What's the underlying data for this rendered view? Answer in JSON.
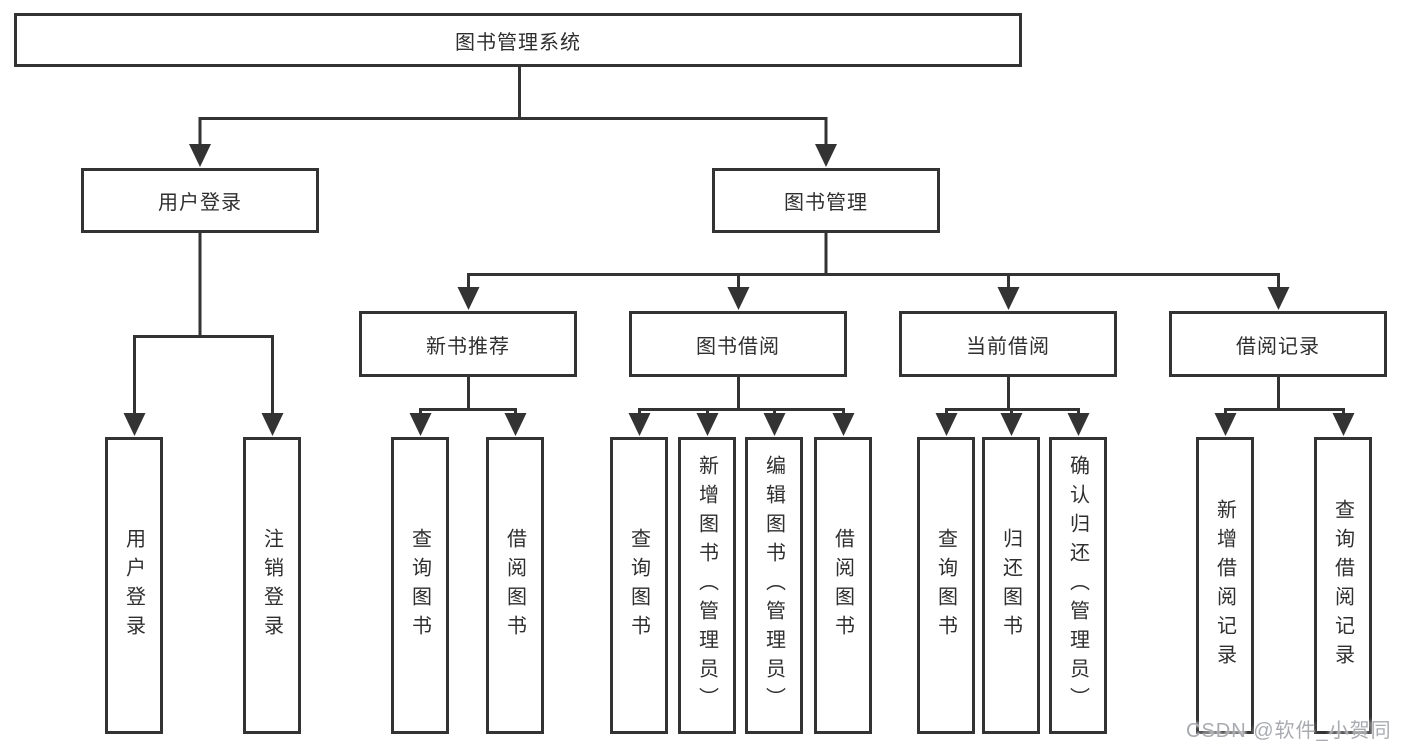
{
  "tree": {
    "root": {
      "label": "图书管理系统"
    },
    "branches": [
      {
        "label": "用户登录",
        "children": [
          {
            "label": "用户登录"
          },
          {
            "label": "注销登录"
          }
        ]
      },
      {
        "label": "图书管理",
        "children": [
          {
            "label": "新书推荐",
            "children": [
              {
                "label": "查询图书"
              },
              {
                "label": "借阅图书"
              }
            ]
          },
          {
            "label": "图书借阅",
            "children": [
              {
                "label": "查询图书"
              },
              {
                "label": "新增图书（管理员）"
              },
              {
                "label": "编辑图书（管理员）"
              },
              {
                "label": "借阅图书"
              }
            ]
          },
          {
            "label": "当前借阅",
            "children": [
              {
                "label": "查询图书"
              },
              {
                "label": "归还图书"
              },
              {
                "label": "确认归还（管理员）"
              }
            ]
          },
          {
            "label": "借阅记录",
            "children": [
              {
                "label": "新增借阅记录"
              },
              {
                "label": "查询借阅记录"
              }
            ]
          }
        ]
      }
    ]
  },
  "watermark": {
    "label": "CSDN @软件_小贺同学"
  },
  "colors": {
    "line": "#333333",
    "box_background": "#ffffff",
    "text": "#2f2f2f",
    "watermark": "#a9abb0"
  }
}
